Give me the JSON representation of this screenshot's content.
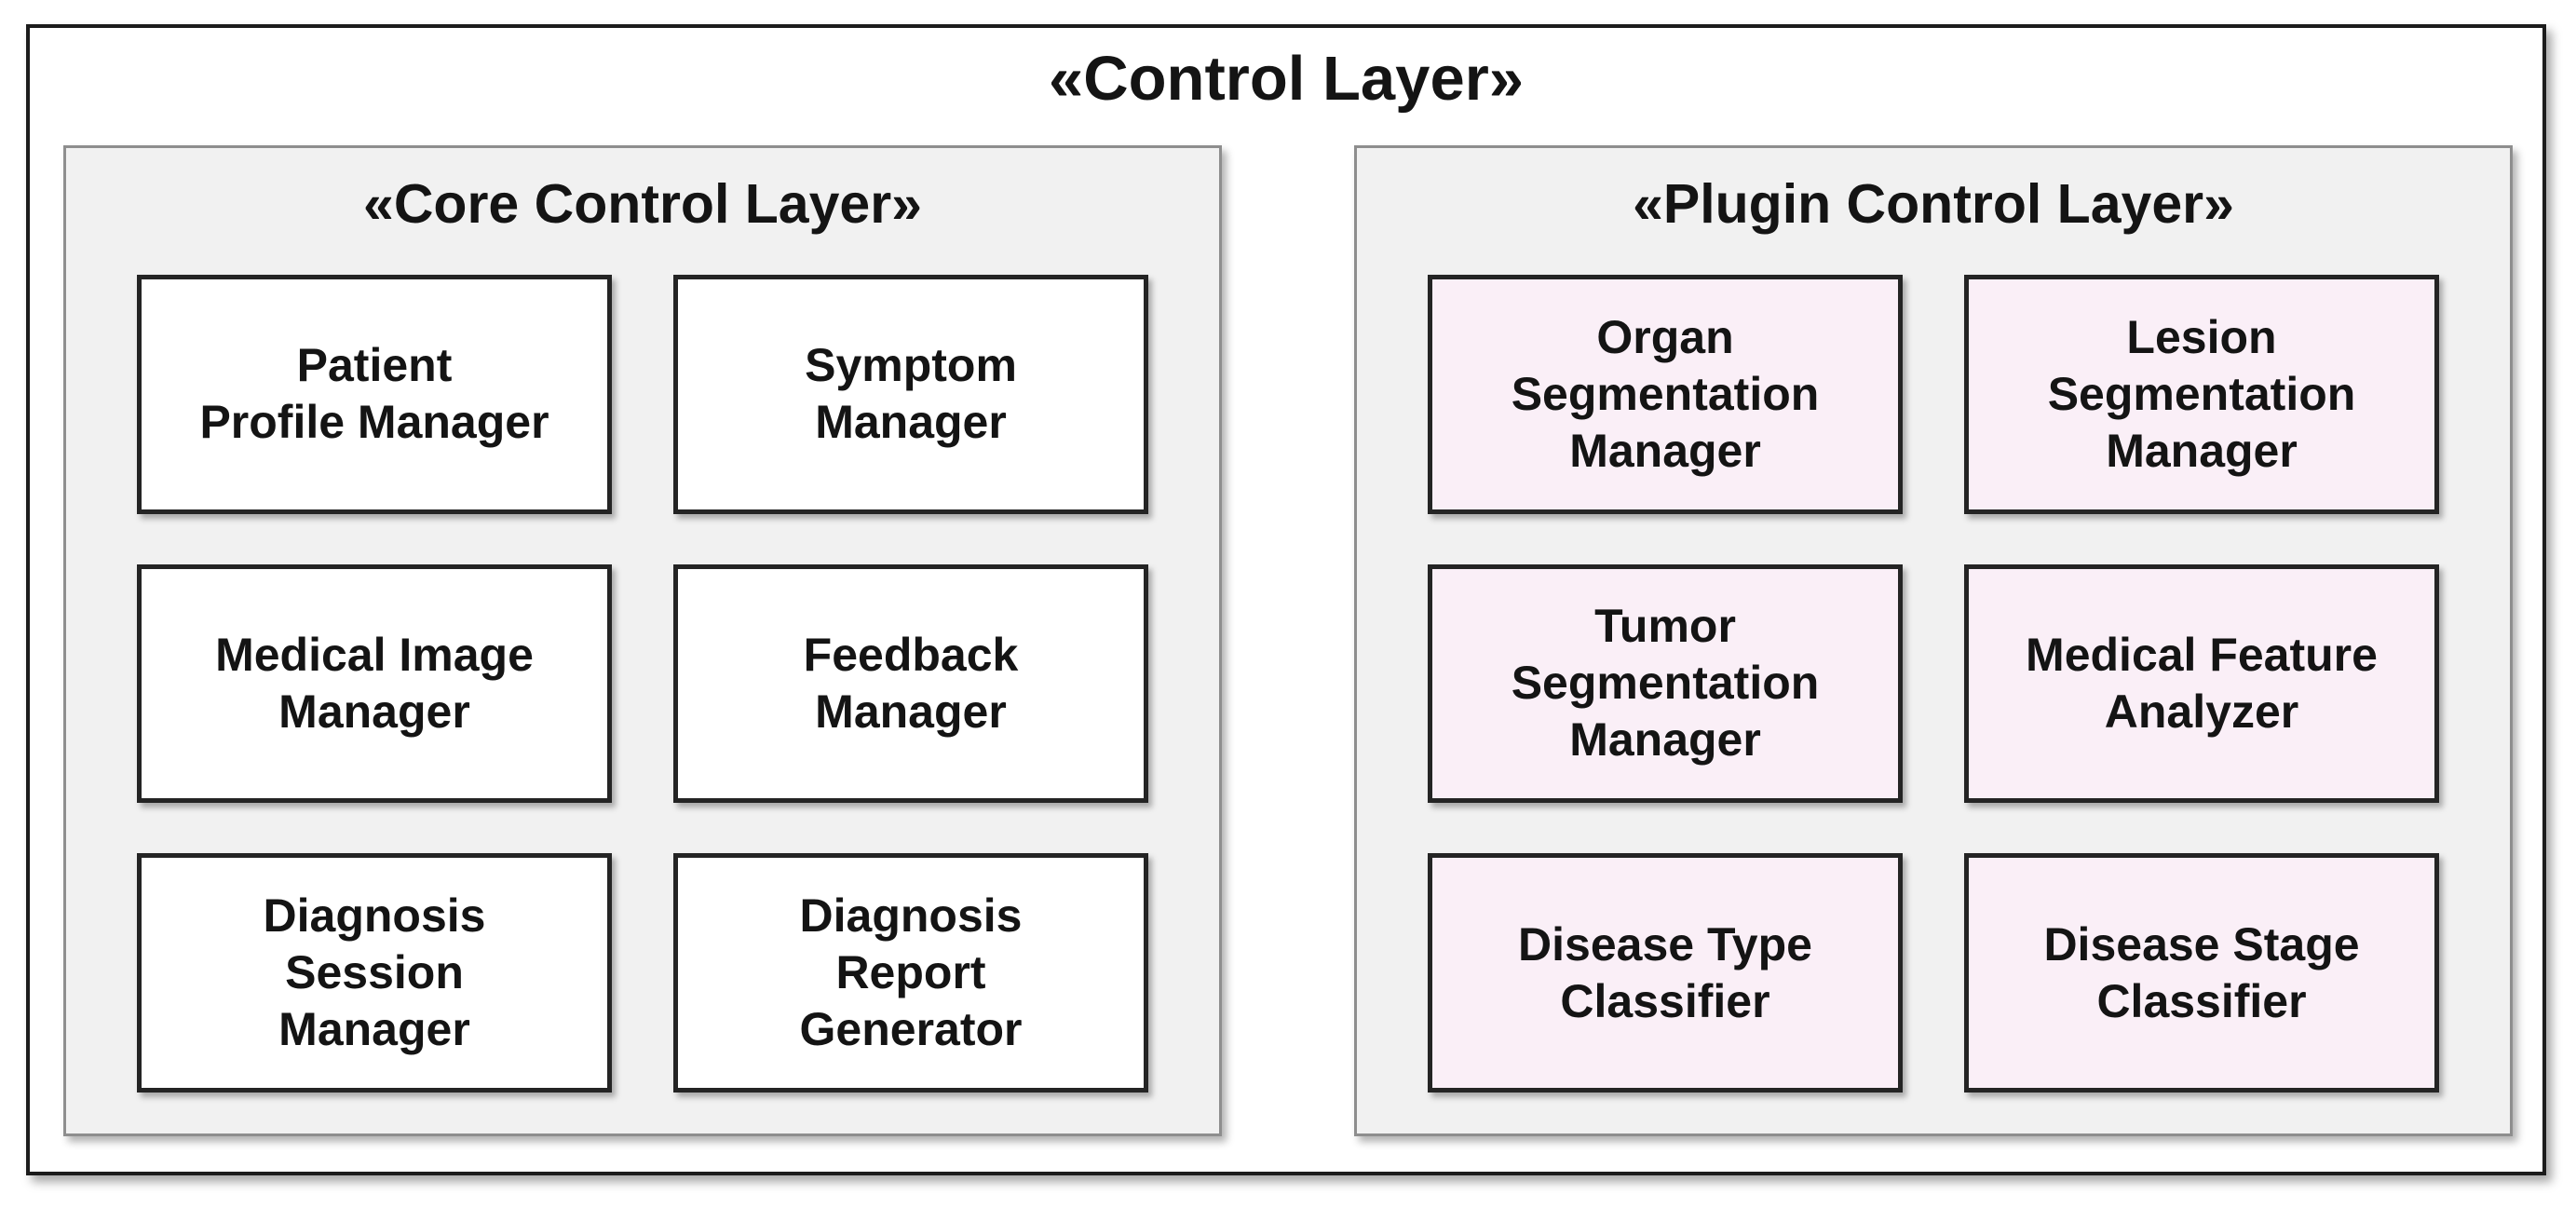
{
  "diagram": {
    "title": "«Control Layer»",
    "panels": [
      {
        "title": "«Core Control Layer»",
        "boxes": [
          {
            "label": "Patient\nProfile Manager"
          },
          {
            "label": "Symptom\nManager"
          },
          {
            "label": "Medical Image\nManager"
          },
          {
            "label": "Feedback\nManager"
          },
          {
            "label": "Diagnosis\nSession\nManager"
          },
          {
            "label": "Diagnosis\nReport\nGenerator"
          }
        ]
      },
      {
        "title": "«Plugin Control Layer»",
        "boxes": [
          {
            "label": "Organ\nSegmentation\nManager"
          },
          {
            "label": "Lesion\nSegmentation\nManager"
          },
          {
            "label": "Tumor\nSegmentation\nManager"
          },
          {
            "label": "Medical Feature\nAnalyzer"
          },
          {
            "label": "Disease Type\nClassifier"
          },
          {
            "label": "Disease Stage\nClassifier"
          }
        ]
      }
    ]
  },
  "colors": {
    "ink": "#141414",
    "box-border": "#242424",
    "panel-fill": "#f1f1f1",
    "panel-border": "#8e8e8e",
    "box-white": "#ffffff",
    "box-pink": "#faeff7",
    "page-bg": "#ffffff"
  }
}
